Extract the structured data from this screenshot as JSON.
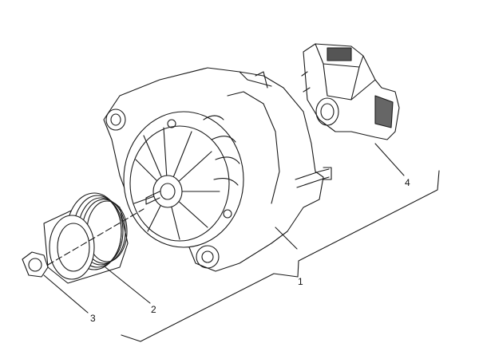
{
  "diagram": {
    "callouts": [
      {
        "id": "1",
        "label": "1"
      },
      {
        "id": "2",
        "label": "2"
      },
      {
        "id": "3",
        "label": "3"
      },
      {
        "id": "4",
        "label": "4"
      }
    ],
    "line_color": "#1a1a1a"
  }
}
